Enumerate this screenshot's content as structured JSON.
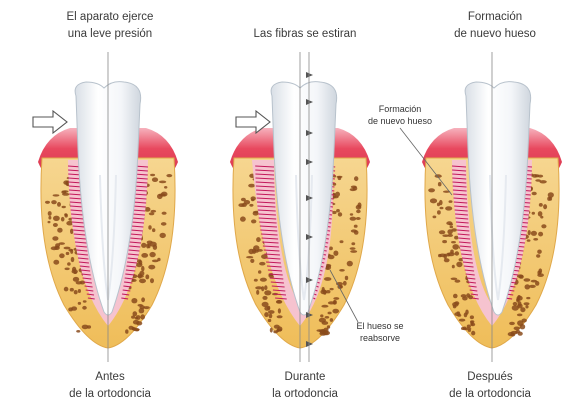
{
  "panels": [
    {
      "top_caption": [
        "El aparato ejerce",
        "una leve presión"
      ],
      "bottom_caption": [
        "Antes",
        "de la ortodoncia"
      ]
    },
    {
      "top_caption": [
        "Las fibras se estiran"
      ],
      "bottom_caption": [
        "Durante",
        "la ortodoncia"
      ]
    },
    {
      "top_caption": [
        "Formación",
        "de nuevo hueso"
      ],
      "bottom_caption": [
        "Después",
        "de la ortodoncia"
      ]
    }
  ],
  "annotations": {
    "new_bone": [
      "Formación",
      "de nuevo hueso"
    ],
    "bone_resorbs": [
      "El hueso se",
      "reabsorve"
    ]
  },
  "colors": {
    "gum": "#e8485e",
    "bone_fill": "#f2c463",
    "bone_spots": "#8a4b1c",
    "tooth": "#eef2f6",
    "fibers": "#c2185b"
  }
}
